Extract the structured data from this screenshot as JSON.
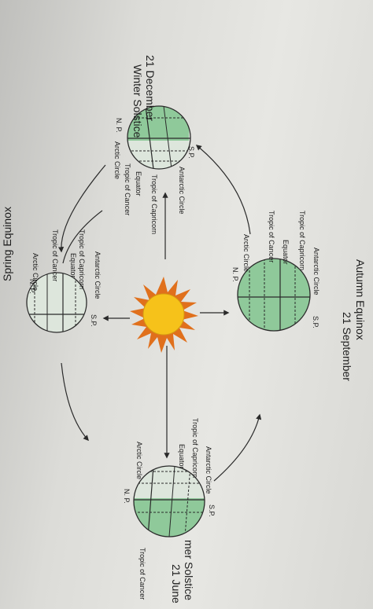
{
  "winter": {
    "date": "21 December",
    "name": "Winter Solstice",
    "np": "N. P.",
    "sp": "S.P.",
    "arctic": "Arctic Circle",
    "cancer": "Tropic of Cancer",
    "equator": "Equator",
    "capricorn": "Tropic of Capricorn",
    "antarctic": "Antarctic Circle"
  },
  "spring": {
    "name": "Spring Equinox",
    "np": "N. P.",
    "sp": "S.P.",
    "arctic": "Arctic Circle",
    "cancer": "Tropic of Cancer",
    "equator": "Equator",
    "capricorn": "Tropic of Capricorn",
    "antarctic": "Antarctic Circle"
  },
  "summer": {
    "date": "21 June",
    "name": "mer Solstice",
    "np": "N. P.",
    "sp": "S.P.",
    "arctic": "Arctic Circle",
    "cancer": "Tropic of Cancer",
    "equator": "Equator",
    "capricorn": "Tropic of Capricorn",
    "antarctic": "Antarctic Circle"
  },
  "autumn": {
    "date": "21 September",
    "name": "Autumn Equinox",
    "np": "N. P.",
    "sp": "S.P.",
    "arctic": "Arctic Circle",
    "cancer": "Tropic of Cancer",
    "equator": "Equator",
    "capricorn": "Tropic of Capricorn",
    "antarctic": "Antarctic Circle"
  },
  "colors": {
    "globe_green": "#8fc99a",
    "globe_light": "#dde6dc",
    "sun": "#f6c21a",
    "sun_rays": "#e0701c",
    "line": "#2a2a2a"
  }
}
